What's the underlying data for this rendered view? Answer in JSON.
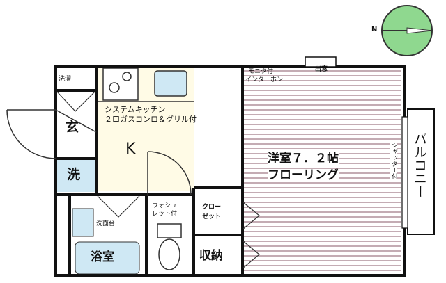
{
  "rooms": {
    "washing_machine": "洗濯",
    "genkan": "玄",
    "kitchen_desc_1": "システムキッチン",
    "kitchen_desc_2": "２口ガスコンロ＆グリル付",
    "kitchen": "K",
    "sen": "洗",
    "washstand": "洗面台",
    "bath": "浴室",
    "toilet_1": "ウォシュ",
    "toilet_2": "レット付",
    "closet_1": "クロー",
    "closet_2": "ゼット",
    "storage": "収納",
    "intercom_1": "モニタ付",
    "intercom_2": "インターホン",
    "window": "出窓",
    "western_room_1": "洋室７．２帖",
    "western_room_2": "フローリング",
    "shutter": "シャッター付",
    "balcony": "バルコニー"
  },
  "compass": {
    "label": "N"
  },
  "colors": {
    "wall": "#111111",
    "kitchen_floor": "#fffbe6",
    "wet_area": "#cfe8f4",
    "floor_lines": "#8a5a6a",
    "compass_fill": "#8fd88f"
  }
}
